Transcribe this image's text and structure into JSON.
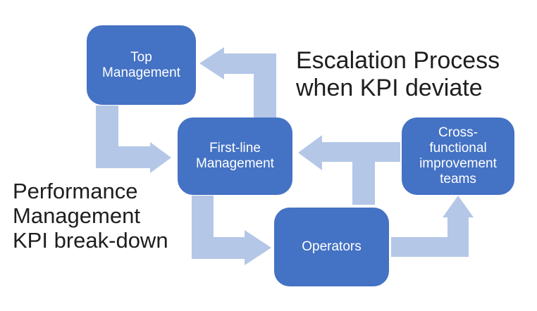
{
  "diagram": {
    "title_caption": {
      "lines": [
        "Escalation Process",
        "when KPI deviate"
      ]
    },
    "side_caption": {
      "lines": [
        "Performance",
        "Management",
        "KPI break-down"
      ]
    },
    "boxes": [
      {
        "id": "top-management",
        "lines": [
          "Top",
          "Management"
        ]
      },
      {
        "id": "first-line-management",
        "lines": [
          "First-line",
          "Management"
        ]
      },
      {
        "id": "operators",
        "lines": [
          "Operators"
        ]
      },
      {
        "id": "cross-functional-improvement-teams",
        "lines": [
          "Cross-",
          "functional",
          "improvement",
          "teams"
        ]
      }
    ],
    "arrows": [
      {
        "from": "top-management",
        "to": "first-line-management",
        "shape": "bent-down-then-right"
      },
      {
        "from": "first-line-management",
        "to": "operators",
        "shape": "bent-down-then-right"
      },
      {
        "from": "operators",
        "to": "cross-functional-improvement-teams",
        "shape": "bent-right-then-up"
      },
      {
        "from": "cross-functional-improvement-teams",
        "to": "first-line-management",
        "shape": "straight-left-with-branch-from-operators"
      },
      {
        "from": "first-line-management",
        "to": "top-management",
        "shape": "bent-up-then-left"
      }
    ],
    "colors": {
      "box_fill": "#4472C4",
      "box_text": "#ffffff",
      "arrow_fill": "#B4C7E7",
      "caption_text": "#1e1e1e",
      "background": "#ffffff"
    }
  }
}
